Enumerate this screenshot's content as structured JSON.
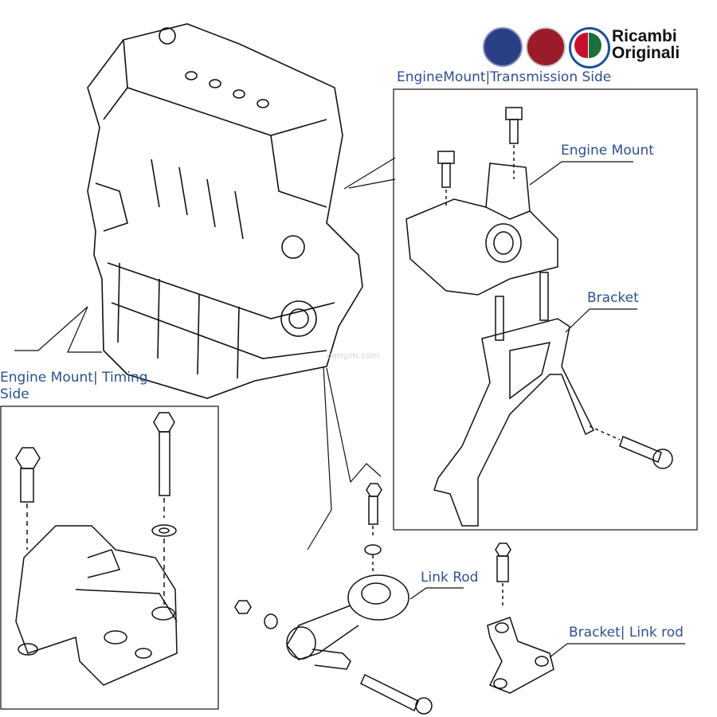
{
  "brand": {
    "logos": [
      "lancia-logo",
      "fiat-logo",
      "alfa-romeo-logo"
    ],
    "line1": "Ricambi",
    "line2": "Originali"
  },
  "watermark": "carrpm.com",
  "labels": {
    "transmission_side": "EngineMount|Transmission Side",
    "engine_mount": "Engine Mount",
    "bracket": "Bracket",
    "timing_side": "Engine Mount|  Timing Side",
    "link_rod": "Link Rod",
    "bracket_link_rod": "Bracket|  Link rod"
  },
  "colors": {
    "label": "#2f4f8f",
    "line": "#111111",
    "lancia": "#2b3f86",
    "fiat": "#9c1b2a",
    "alfa_red": "#c8102e",
    "alfa_blue": "#1c4e9c"
  }
}
